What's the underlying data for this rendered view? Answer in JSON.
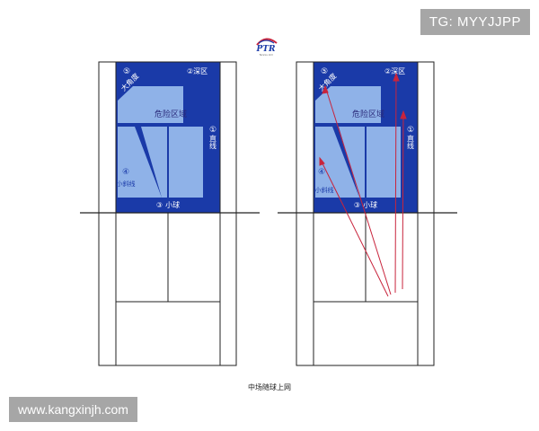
{
  "logo": {
    "text": "PTR",
    "subtext": "Tennis Ltd"
  },
  "watermark": "TG: MYYJJPP",
  "site": "www.kangxinjh.com",
  "caption": "中场随球上网",
  "zones": {
    "wide_angle": {
      "num": "⑤",
      "text": "大角度"
    },
    "deep": {
      "num": "②",
      "text": "深区"
    },
    "straight": {
      "num": "①",
      "text": "直线"
    },
    "short_cross": {
      "num": "④",
      "text": "小斜线"
    },
    "short_ball": {
      "num": "③",
      "text": "小球"
    },
    "danger": "危险区域"
  },
  "colors": {
    "dark_blue": "#1a3aa8",
    "light_blue": "#8fb2e8",
    "arrow": "#c8243c",
    "line": "#222222"
  }
}
